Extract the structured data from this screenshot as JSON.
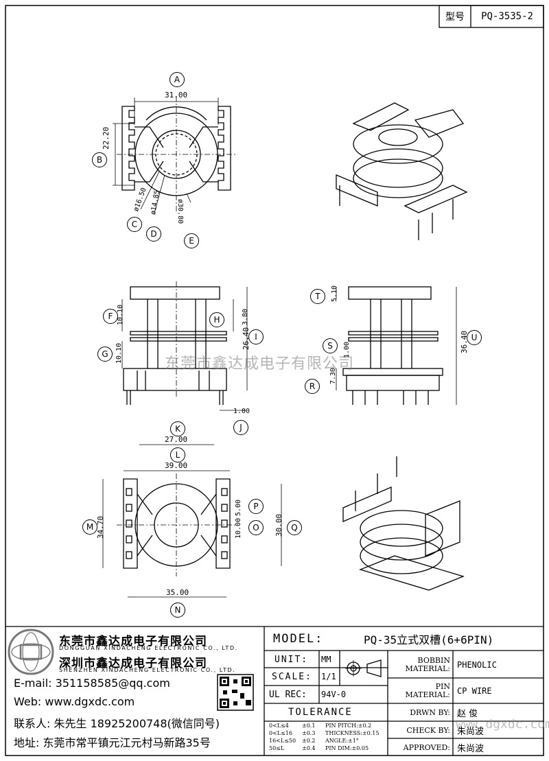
{
  "header": {
    "label": "型号",
    "value": "PQ-3535-2"
  },
  "dimensions": {
    "top_view": {
      "a": "31.00",
      "b": "22.20",
      "c": "ø16.50",
      "d": "ø14.85",
      "e": "ø30.80"
    },
    "front_view": {
      "f": "10.10",
      "g": "10.10",
      "h": "3.80",
      "i": "26.40",
      "j": "1.00"
    },
    "side_view": {
      "t": "5.10",
      "s": "1.00",
      "r": "7.30",
      "u": "36.40"
    },
    "bottom_view": {
      "k": "27.00",
      "l": "39.00",
      "m": "34.70",
      "n": "35.00",
      "p": "5.00",
      "o": "10.00",
      "q": "30.00"
    }
  },
  "callouts": [
    "A",
    "B",
    "C",
    "D",
    "E",
    "F",
    "G",
    "H",
    "I",
    "J",
    "K",
    "L",
    "M",
    "N",
    "O",
    "P",
    "Q",
    "R",
    "S",
    "T",
    "U"
  ],
  "watermark": "东莞市鑫达成电子有限公司",
  "watermark2": "www.dgxdc.com",
  "company": {
    "name_dg": "东莞市鑫达成电子有限公司",
    "name_dg_en": "DONGGUAN XINDACHENG ELECTRONIC CO., LTD.",
    "name_sz": "深圳市鑫达成电子有限公司",
    "name_sz_en": "SHENZHEN XINDACHENG ELECTRONIC CO., LTD.",
    "email": "E-mail: 351158585@qq.com",
    "web": "Web: www.dgxdc.com",
    "contact": "联系人: 朱先生 18925200748(微信同号)",
    "address": "地址: 东莞市常平镇元江元村马新路35号"
  },
  "titleblock": {
    "model_label": "MODEL:",
    "model_value": "PQ-35立式双槽(6+6PIN)",
    "unit_label": "UNIT:",
    "unit_value": "MM",
    "scale_label": "SCALE:",
    "scale_value": "1/1",
    "ulrec_label": "UL REC:",
    "ulrec_value": "94V-0",
    "tolerance_label": "TOLERANCE",
    "tol": [
      {
        "range": "0<L≤4",
        "val": "±0.1",
        "item": "PIN PITCH:±0.2"
      },
      {
        "range": "0<L≤16",
        "val": "±0.3",
        "item": "THICKNESS:±0.15"
      },
      {
        "range": "16<L≤50",
        "val": "±0.2",
        "item": "ANGLE:±1°"
      },
      {
        "range": "50≤L",
        "val": "±0.4",
        "item": "PIN DIM:±0.05"
      }
    ],
    "bobbin_label": "BOBBIN MATERIAL:",
    "bobbin_value": "PHENOLIC",
    "pin_label": "PIN MATERIAL:",
    "pin_value": "CP WIRE",
    "drwn_label": "DRWN BY:",
    "drwn_value": "赵 俊",
    "check_label": "CHECK BY:",
    "check_value": "朱尚波",
    "approved_label": "APPROVED:",
    "approved_value": "朱尚波"
  }
}
